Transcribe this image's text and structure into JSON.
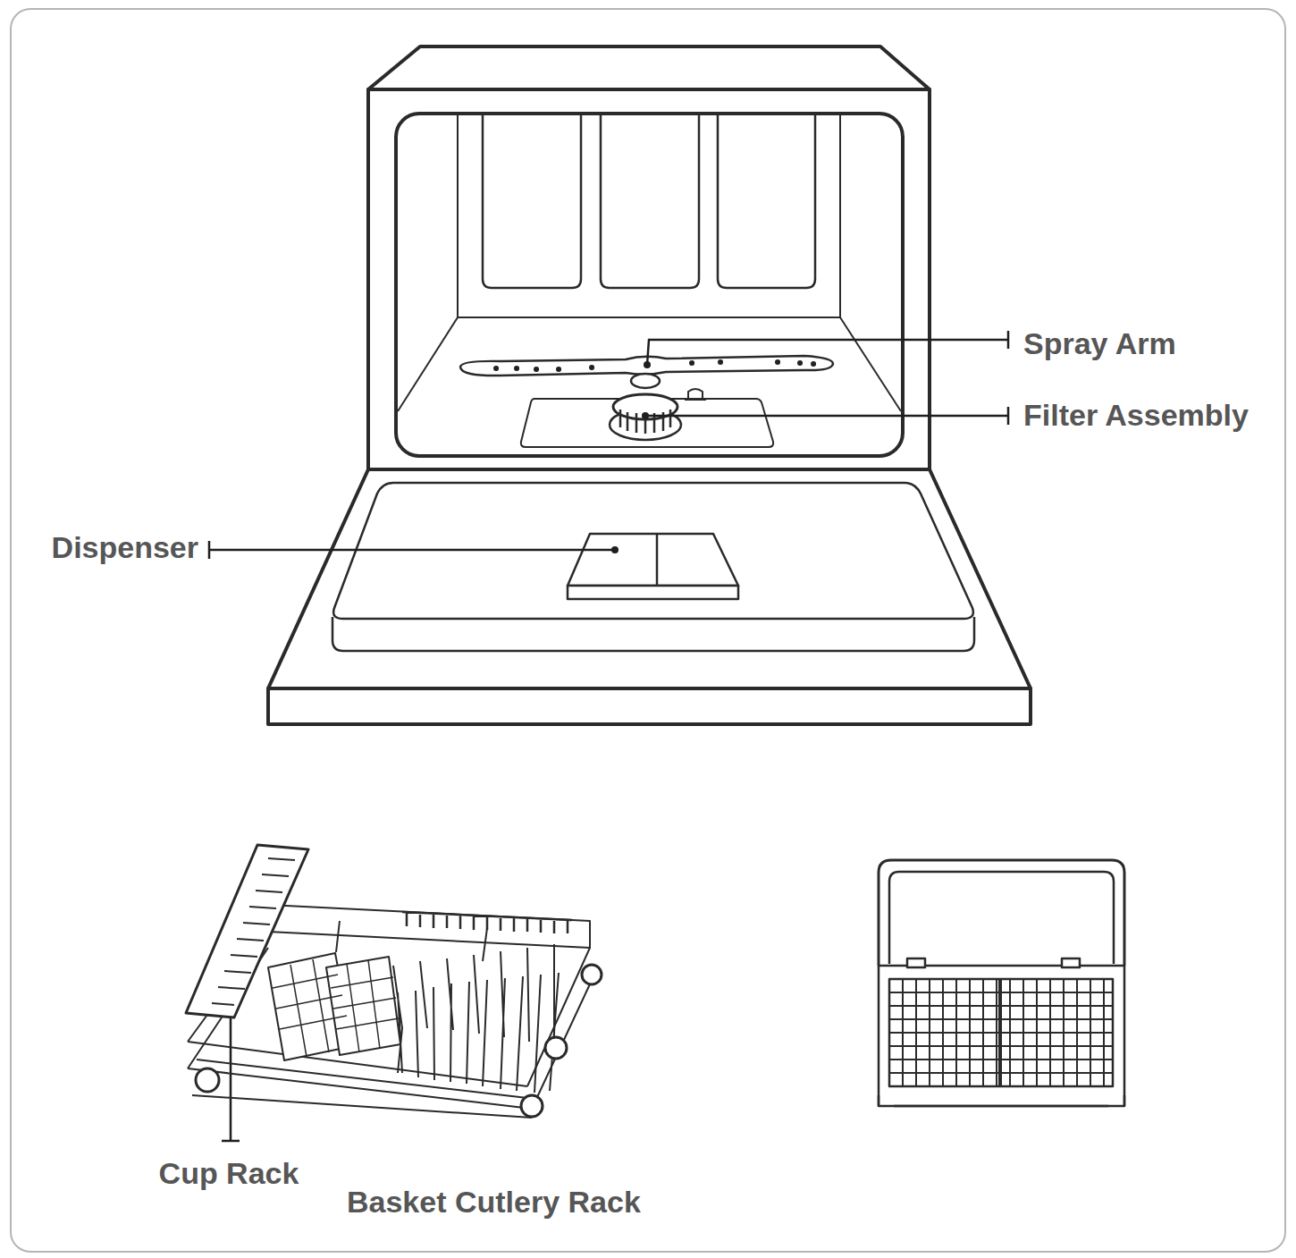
{
  "diagram": {
    "labels": [
      "Spray Arm",
      "Filter Assembly",
      "Dispenser",
      "Cup Rack",
      "Basket Cutlery Rack"
    ]
  }
}
